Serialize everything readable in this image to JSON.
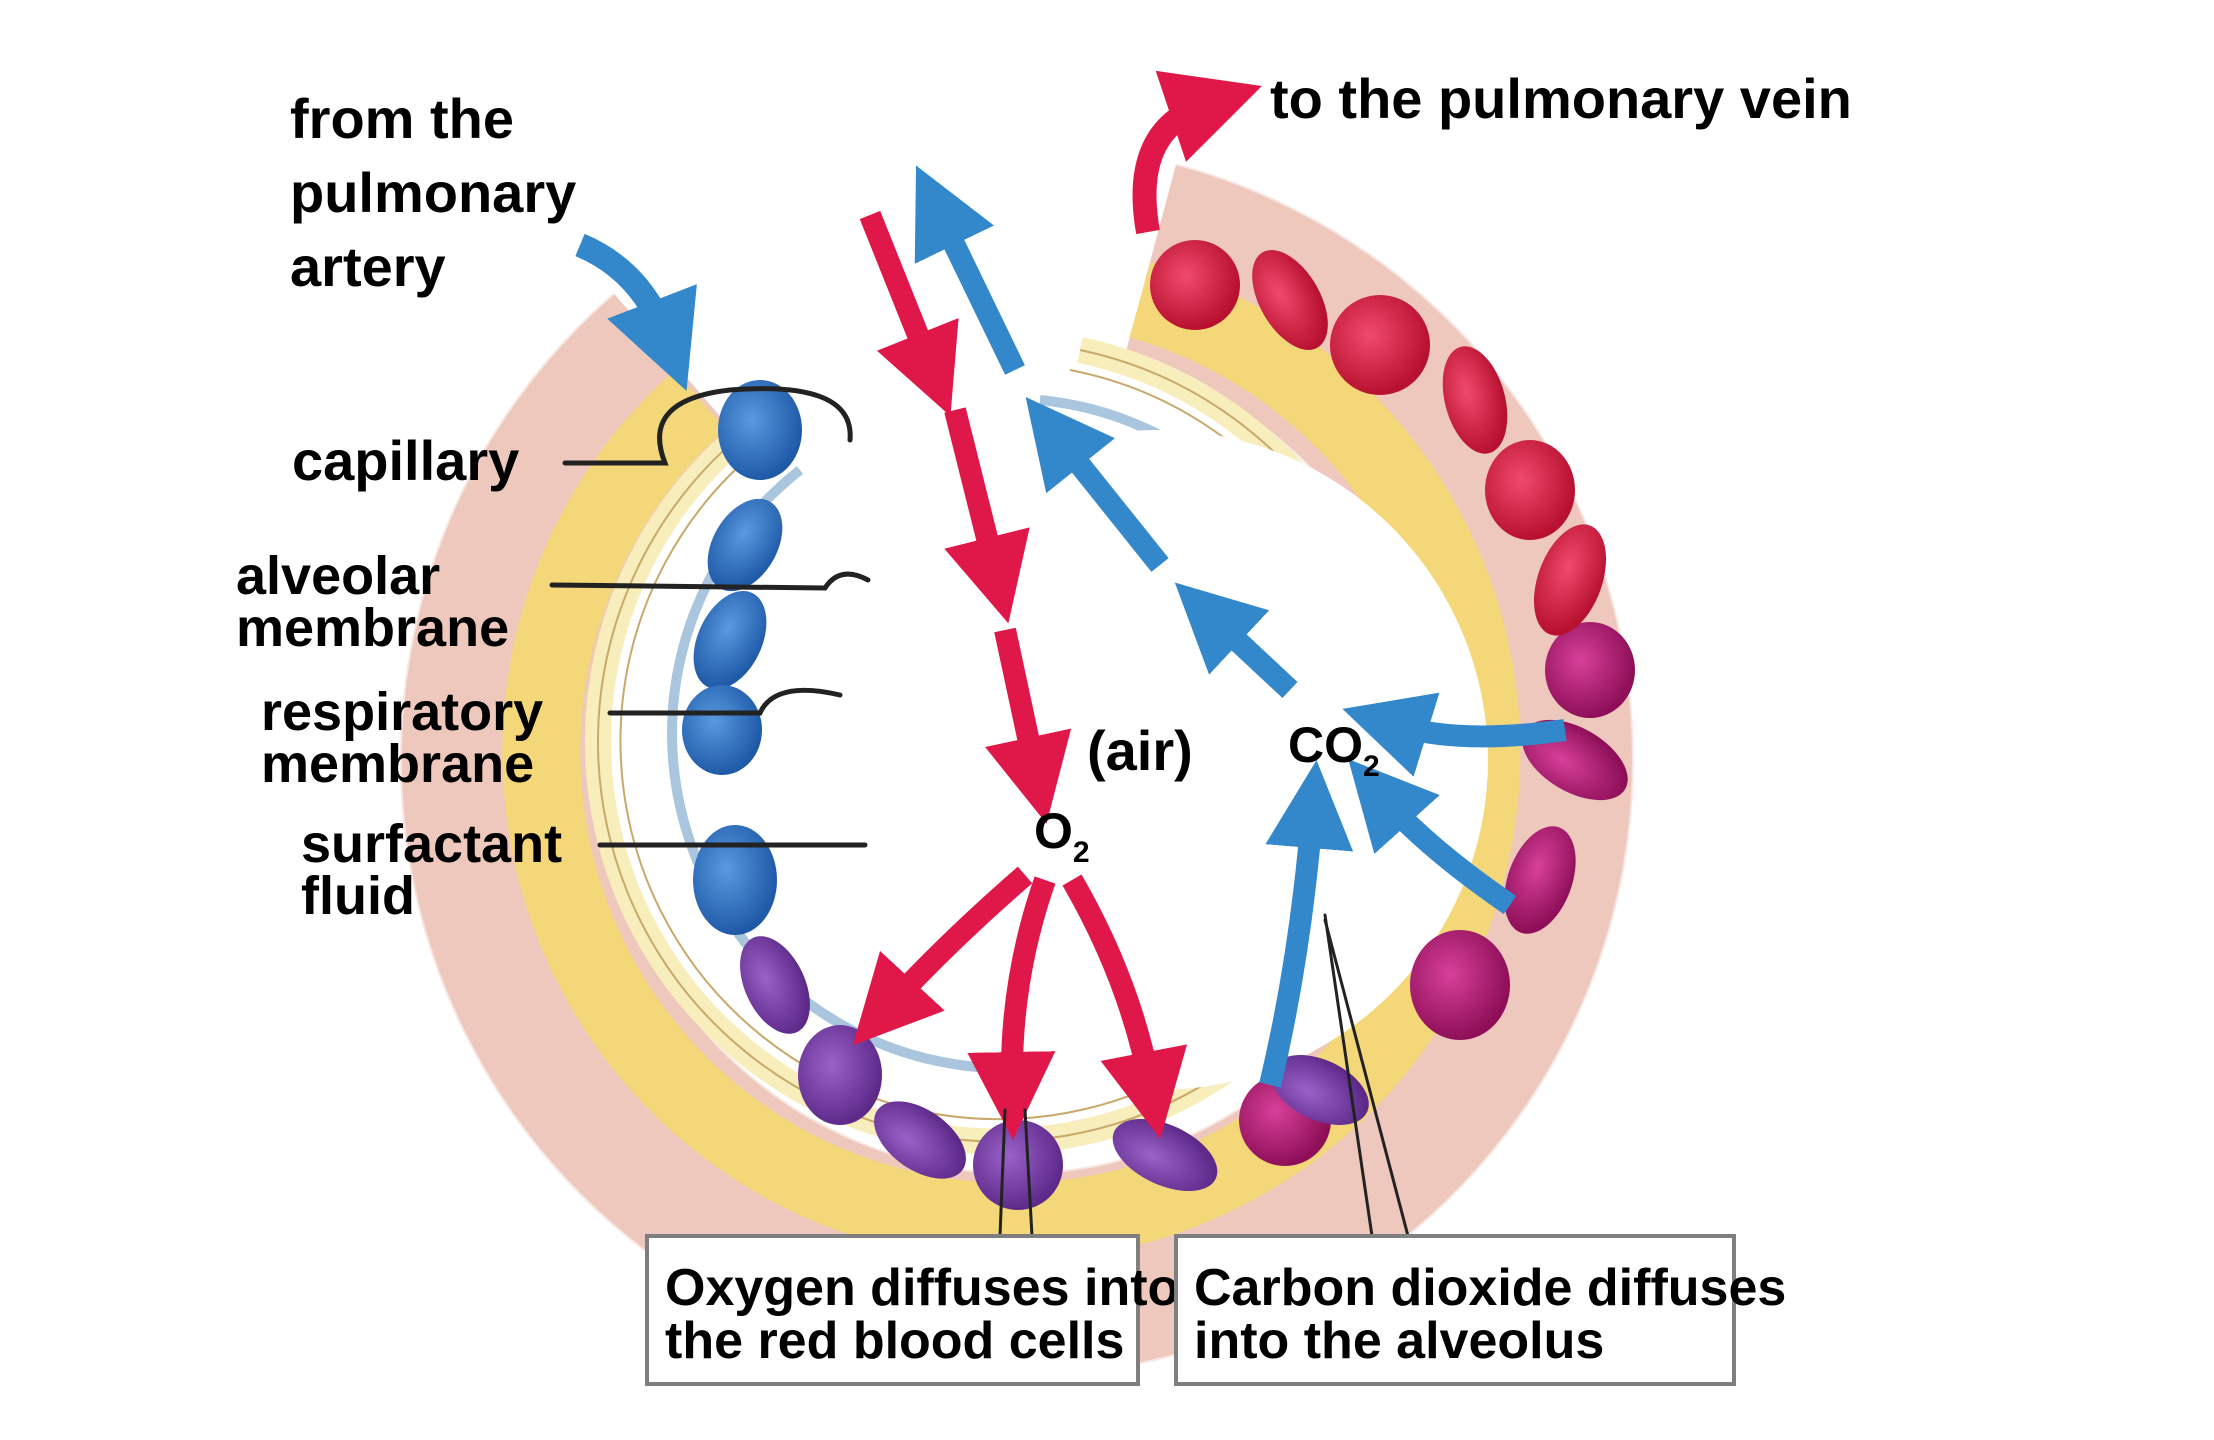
{
  "diagram": {
    "title": "Gas exchange in the alveolus",
    "labels": {
      "from_artery": [
        "from the",
        "pulmonary",
        "artery"
      ],
      "to_vein": "to the pulmonary vein",
      "capillary": "capillary",
      "alveolar_membrane": [
        "alveolar",
        "membrane"
      ],
      "respiratory_membrane": [
        "respiratory",
        "membrane"
      ],
      "surfactant_fluid": [
        "surfactant",
        "fluid"
      ],
      "air": "(air)",
      "o2": {
        "base": "O",
        "subscript": "2"
      },
      "co2": {
        "base": "CO",
        "subscript": "2"
      }
    },
    "callouts": {
      "oxygen": [
        "Oxygen diffuses into",
        "the red blood cells"
      ],
      "carbon_dioxide": [
        "Carbon dioxide diffuses",
        "into the alveolus"
      ]
    },
    "colors": {
      "oxygen_arrow": "#e0184a",
      "co2_arrow": "#3388cc",
      "deoxygenated_cell": "#2f6fc0",
      "transition_cell": "#7b3fa8",
      "oxygenated_cell": "#d81e4a",
      "mixed_cell": "#b8186e",
      "plasma": "#f3d778",
      "tissue": "#f6d8d0",
      "membrane_line": "#a9c6de"
    }
  }
}
